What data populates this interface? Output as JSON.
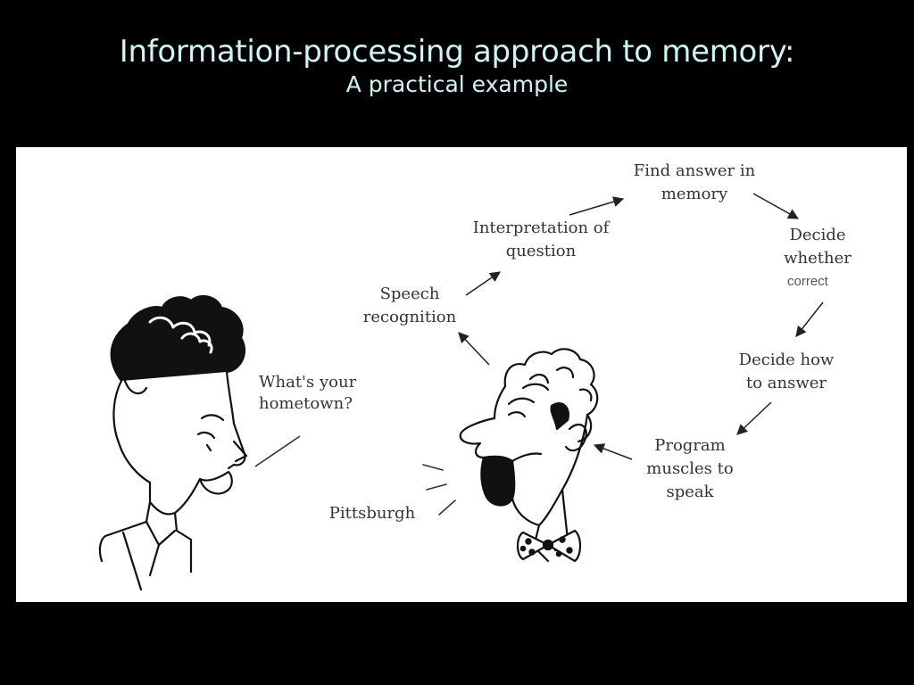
{
  "slide": {
    "title": "Information-processing approach to memory:",
    "subtitle": "A practical example"
  },
  "diagram": {
    "question": "What's your hometown?",
    "answer": "Pittsburgh",
    "steps": {
      "speech_recognition": "Speech recognition",
      "interpretation": "Interpretation of question",
      "find_answer": "Find answer in memory",
      "decide_whether": "Decide whether",
      "decide_whether_suffix": "correct",
      "decide_how": "Decide how to answer",
      "program_muscles": "Program muscles to speak"
    }
  }
}
